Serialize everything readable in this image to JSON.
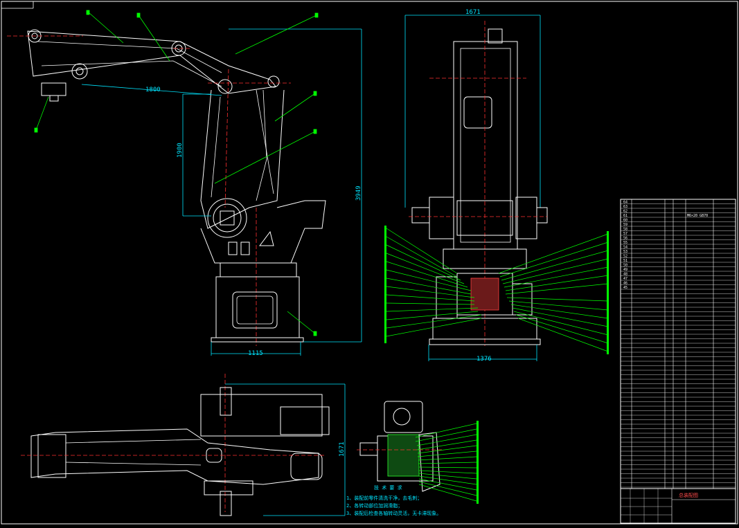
{
  "drawing": {
    "dimensions": {
      "side_reach": "1800",
      "side_height": "1900",
      "side_total_height": "3949",
      "side_base_width": "1115",
      "front_width": "1671",
      "front_base_width": "1376",
      "top_view_width": "1671"
    },
    "notes": [
      "1、装配前零件清洗干净，去毛刺；",
      "2、各转动部位加润滑脂；",
      "3、装配后检查各轴转动灵活，无卡滞现象。"
    ],
    "notes_title": "技 术 要 求",
    "title_block": {
      "title": "总装配图"
    },
    "bom_rows": [
      {
        "no": "64",
        "name": "",
        "spec": "",
        "qty": ""
      },
      {
        "no": "63",
        "name": "",
        "spec": "",
        "qty": ""
      },
      {
        "no": "62",
        "name": "",
        "spec": "",
        "qty": ""
      },
      {
        "no": "61",
        "name": "",
        "spec": "M6×20 GB70",
        "qty": ""
      },
      {
        "no": "60",
        "name": "",
        "spec": "",
        "qty": ""
      },
      {
        "no": "59",
        "name": "",
        "spec": "",
        "qty": ""
      },
      {
        "no": "58",
        "name": "",
        "spec": "",
        "qty": ""
      },
      {
        "no": "57",
        "name": "",
        "spec": "",
        "qty": ""
      },
      {
        "no": "56",
        "name": "",
        "spec": "",
        "qty": ""
      },
      {
        "no": "55",
        "name": "",
        "spec": "",
        "qty": ""
      },
      {
        "no": "54",
        "name": "",
        "spec": "",
        "qty": ""
      },
      {
        "no": "53",
        "name": "",
        "spec": "",
        "qty": ""
      },
      {
        "no": "52",
        "name": "",
        "spec": "",
        "qty": ""
      },
      {
        "no": "51",
        "name": "",
        "spec": "",
        "qty": ""
      },
      {
        "no": "50",
        "name": "",
        "spec": "",
        "qty": ""
      },
      {
        "no": "49",
        "name": "",
        "spec": "",
        "qty": ""
      },
      {
        "no": "48",
        "name": "",
        "spec": "",
        "qty": ""
      },
      {
        "no": "47",
        "name": "",
        "spec": "",
        "qty": ""
      },
      {
        "no": "46",
        "name": "",
        "spec": "",
        "qty": ""
      },
      {
        "no": "45",
        "name": "",
        "spec": "",
        "qty": ""
      }
    ]
  }
}
